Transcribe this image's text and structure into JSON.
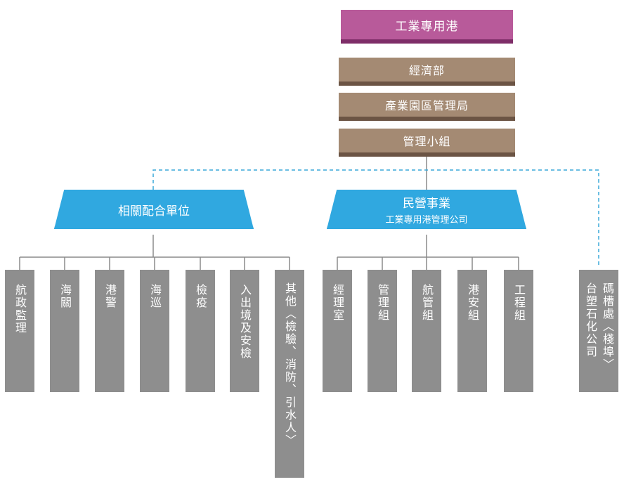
{
  "top": "工業專用港",
  "chain": [
    "經濟部",
    "產業園區管理局",
    "管理小組"
  ],
  "groups": {
    "related": "相關配合單位",
    "private_line1": "民營事業",
    "private_line2": "工業專用港管理公司"
  },
  "related_units": [
    "航政監理",
    "海關",
    "港警",
    "海巡",
    "檢疫",
    "入出境及安檢",
    "其他〈檢驗、消防、引水人〉"
  ],
  "company_units": [
    "經理室",
    "管理組",
    "航管組",
    "港安組",
    "工程組"
  ],
  "formosa": [
    "台塑石化公司",
    "碼槽處〈棧埠〉"
  ],
  "colors": {
    "top": "#b85a9a",
    "brown": "#a48a73",
    "blue": "#30a8e0",
    "gray": "#8e8e8e",
    "line": "#8a8a8a",
    "dash": "#3aa8d8"
  }
}
